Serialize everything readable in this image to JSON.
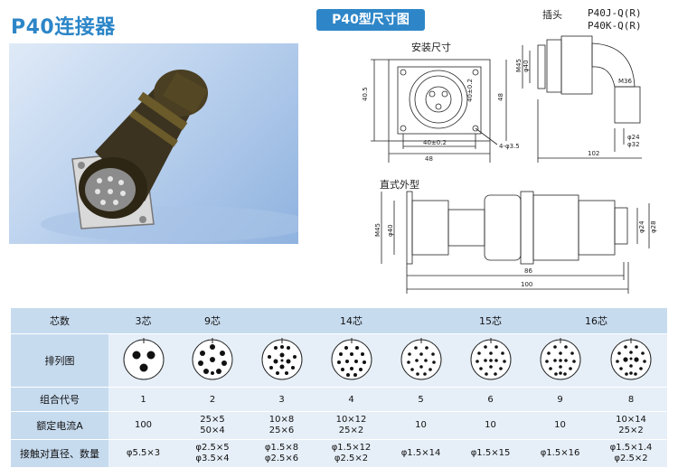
{
  "page_title": "P40连接器",
  "drawing_title": "P40型尺寸图",
  "mount_label": "安装尺寸",
  "straight_label": "直式外型",
  "plug_label": "插头",
  "plug_models": [
    "P40J-Q(R)",
    "P40K-Q(R)"
  ],
  "dims": {
    "flange_h": "40.5",
    "flange_w": "48",
    "hole_span_v": "40±0.2",
    "hole_span_h": "40±0.2",
    "side_h": "48",
    "holes": "4-φ3.5",
    "angle_m": "M45",
    "angle_d": "φ40",
    "angle_thread": "M36",
    "angle_d24": "φ24",
    "angle_d32": "φ32",
    "angle_len": "102",
    "str_m": "M45",
    "str_d": "φ40",
    "str_d24": "φ24",
    "str_d28": "φ28",
    "str_len1": "86",
    "str_len2": "100"
  },
  "table": {
    "header_label": "芯数",
    "groups": [
      "3芯",
      "9芯",
      "14芯",
      "15芯",
      "16芯"
    ],
    "row_labels": [
      "排列图",
      "组合代号",
      "额定电流A",
      "接触对直径、数量"
    ],
    "codes": [
      "1",
      "2",
      "3",
      "4",
      "5",
      "6",
      "9",
      "8"
    ],
    "currents": [
      [
        "100"
      ],
      [
        "25×5",
        "50×4"
      ],
      [
        "10×8",
        "25×6"
      ],
      [
        "10×12",
        "25×2"
      ],
      [
        "10"
      ],
      [
        "10"
      ],
      [
        "10"
      ],
      [
        "10×14",
        "25×2"
      ]
    ],
    "contacts": [
      [
        "φ5.5×3"
      ],
      [
        "φ2.5×5",
        "φ3.5×4"
      ],
      [
        "φ1.5×8",
        "φ2.5×6"
      ],
      [
        "φ1.5×12",
        "φ2.5×2"
      ],
      [
        "φ1.5×14"
      ],
      [
        "φ1.5×15"
      ],
      [
        "φ1.5×16"
      ],
      [
        "φ1.5×1.4",
        "φ2.5×2"
      ]
    ]
  },
  "colors": {
    "title_blue": "#2c86c8",
    "header_bg": "#c7dbef",
    "cell_bg": "#e6eff8"
  }
}
